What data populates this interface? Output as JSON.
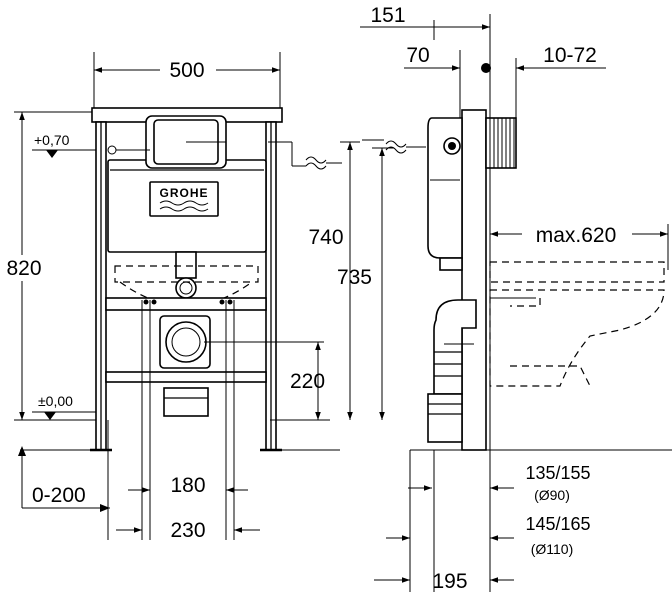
{
  "brand": "GROHE",
  "front_view": {
    "width_label": "500",
    "height_label": "820",
    "level_top": "+0,70",
    "level_floor": "±0,00",
    "adjust_label": "0-200",
    "drain_height": "220",
    "bolt_spacing_inner": "180",
    "bolt_spacing_outer": "230"
  },
  "side_view": {
    "offset_total": "151",
    "offset_frame": "70",
    "offset_wall": "10-72",
    "height_740": "740",
    "height_735": "735",
    "max_depth": "max.620",
    "drain_90": "135/155",
    "drain_90_dia": "(Ø90)",
    "drain_110": "145/165",
    "drain_110_dia": "(Ø110)",
    "floor_offset": "195"
  }
}
